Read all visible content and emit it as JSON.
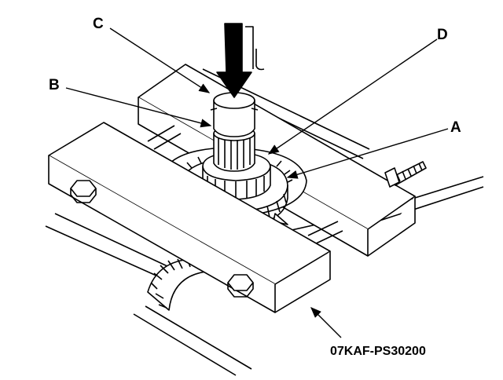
{
  "diagram": {
    "callouts": {
      "a": "A",
      "b": "B",
      "c": "C",
      "d": "D"
    },
    "tool_part_number": "07KAF-PS30200",
    "colors": {
      "ink": "#000000",
      "paper": "#ffffff"
    }
  }
}
